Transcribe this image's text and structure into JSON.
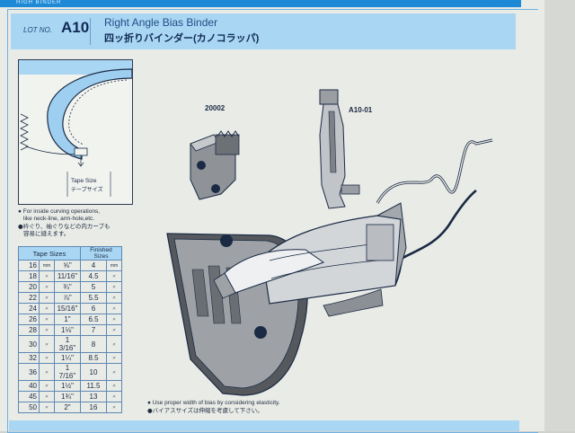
{
  "header": {
    "lot_label": "LOT NO.",
    "lot_code": "A10",
    "title_en": "Right Angle Bias Binder",
    "title_ja": "四ッ折りバインダー(カノコラッパ)"
  },
  "top_strip_text": "HIGH BINDER",
  "diagram": {
    "tape_size_en": "Tape Size",
    "tape_size_ja": "テープサイズ"
  },
  "notes": {
    "en_line1": "● For inside curving operations,",
    "en_line2": "like neck-line, arm-hole,etc.",
    "ja_line1": "●衿ぐり、袖ぐりなどの内カーブも",
    "ja_line2": "容易に縫えます。"
  },
  "table": {
    "col_tape": "Tape Sizes",
    "col_finished": "Finished Sizes",
    "rows": [
      {
        "mm": "16",
        "unit": "mm",
        "inch": "⅝\"",
        "fin": "4",
        "fin_unit": "mm"
      },
      {
        "mm": "18",
        "unit": "〃",
        "inch": "11/16\"",
        "fin": "4.5",
        "fin_unit": "〃"
      },
      {
        "mm": "20",
        "unit": "〃",
        "inch": "¾\"",
        "fin": "5",
        "fin_unit": "〃"
      },
      {
        "mm": "22",
        "unit": "〃",
        "inch": "⅞\"",
        "fin": "5.5",
        "fin_unit": "〃"
      },
      {
        "mm": "24",
        "unit": "〃",
        "inch": "15/16\"",
        "fin": "6",
        "fin_unit": "〃"
      },
      {
        "mm": "26",
        "unit": "〃",
        "inch": "1\"",
        "fin": "6.5",
        "fin_unit": "〃"
      },
      {
        "mm": "28",
        "unit": "〃",
        "inch": "1⅛\"",
        "fin": "7",
        "fin_unit": "〃"
      },
      {
        "mm": "30",
        "unit": "〃",
        "inch": "1 3/16\"",
        "fin": "8",
        "fin_unit": "〃"
      },
      {
        "mm": "32",
        "unit": "〃",
        "inch": "1¼\"",
        "fin": "8.5",
        "fin_unit": "〃"
      },
      {
        "mm": "36",
        "unit": "〃",
        "inch": "1 7/16\"",
        "fin": "10",
        "fin_unit": "〃"
      },
      {
        "mm": "40",
        "unit": "〃",
        "inch": "1½\"",
        "fin": "11.5",
        "fin_unit": "〃"
      },
      {
        "mm": "45",
        "unit": "〃",
        "inch": "1¾\"",
        "fin": "13",
        "fin_unit": "〃"
      },
      {
        "mm": "50",
        "unit": "〃",
        "inch": "2\"",
        "fin": "16",
        "fin_unit": "〃"
      }
    ]
  },
  "parts": {
    "code1": "20002",
    "code2": "A10-01"
  },
  "bottom_note": {
    "en": "● Use proper width of bias by considering elasticity.",
    "ja": "●バイアスサイズは伸縮を考慮して下さい。"
  },
  "colors": {
    "accent_blue": "#1e8ad6",
    "header_light_blue": "#a9d6f3",
    "ink": "#1a2a44"
  }
}
